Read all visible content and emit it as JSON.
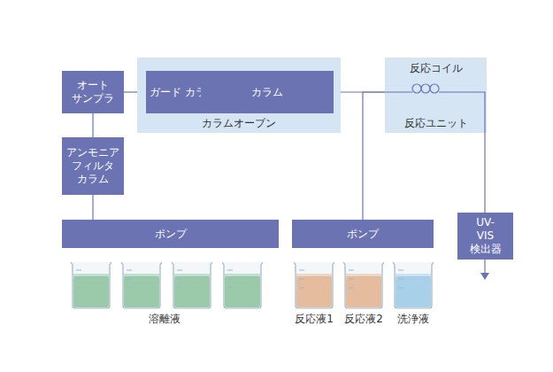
{
  "diagram": {
    "nodes": [
      {
        "text": [
          "オート サンプラ"
        ]
      },
      {
        "text": [
          "カラムオーブン"
        ]
      },
      {
        "text": [
          "ガード カラム"
        ],
        "in": 1
      },
      {
        "text": [
          "カラム"
        ],
        "in": 1
      },
      {
        "text": [
          "反応コイル",
          "反応ユニット"
        ]
      },
      {
        "text": [
          "アンモニア フィルタ カラム"
        ]
      },
      {
        "text": [
          "ポンプ"
        ]
      },
      {
        "text": [
          "ポンプ"
        ]
      },
      {
        "text": [
          "UV-VIS 検出器"
        ]
      }
    ],
    "edges": [
      {
        "from": 6,
        "to": 5,
        "arrow": "none"
      },
      {
        "from": 5,
        "to": 0,
        "arrow": "none"
      },
      {
        "from": 0,
        "to": 2,
        "arrow": "none"
      },
      {
        "from": 2,
        "to": 3,
        "arrow": "none"
      },
      {
        "from": 3,
        "to": 4,
        "arrow": "none"
      },
      {
        "from": 7,
        "to": 4,
        "arrow": "none"
      },
      {
        "from": 4,
        "to": 8,
        "arrow": "none"
      }
    ],
    "labels": [
      "溶離液",
      "反応液1",
      "反応液2",
      "洗浄液"
    ]
  }
}
